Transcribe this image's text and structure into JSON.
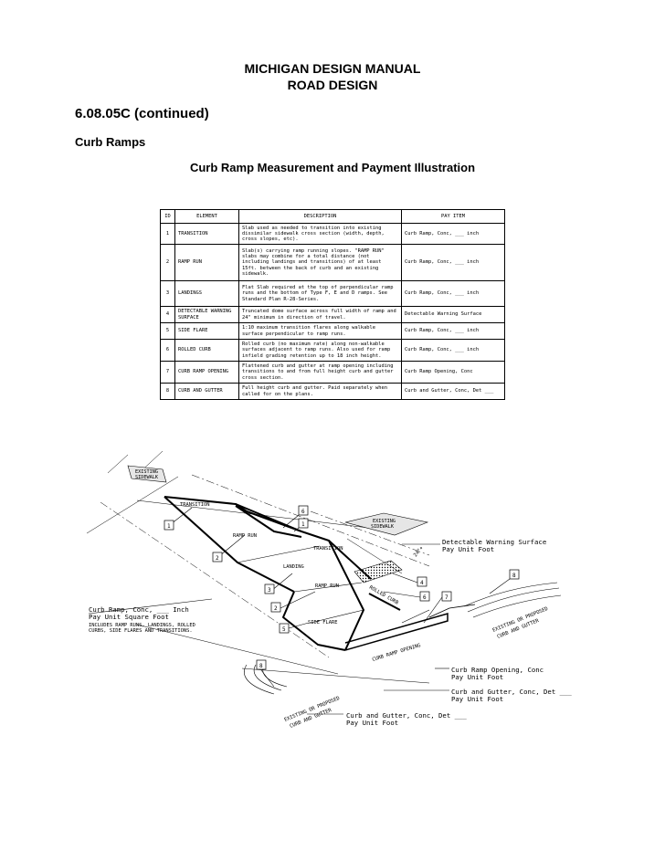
{
  "header": {
    "line1": "MICHIGAN DESIGN MANUAL",
    "line2": "ROAD DESIGN"
  },
  "section": "6.08.05C (continued)",
  "subsection": "Curb Ramps",
  "figure_title": "Curb Ramp Measurement and Payment Illustration",
  "table": {
    "headers": [
      "ID",
      "ELEMENT",
      "DESCRIPTION",
      "PAY ITEM"
    ],
    "rows": [
      {
        "id": "1",
        "element": "TRANSITION",
        "description": "Slab used as needed to transition into existing dissimilar sidewalk cross section (width, depth, cross slopes, etc).",
        "pay": "Curb Ramp, Conc, ___ inch"
      },
      {
        "id": "2",
        "element": "RAMP RUN",
        "description": "Slab(s) carrying ramp running slopes. \"RAMP RUN\" slabs may combine for a total distance (not including landings and transitions) of at least 15ft. between the back of curb and an existing sidewalk.",
        "pay": "Curb Ramp, Conc, ___ inch"
      },
      {
        "id": "3",
        "element": "LANDINGS",
        "description": "Flat Slab required at the top of perpendicular ramp runs and the bottom of Type F, E and D ramps. See Standard Plan R-28-Series.",
        "pay": "Curb Ramp, Conc, ___ inch"
      },
      {
        "id": "4",
        "element": "DETECTABLE WARNING SURFACE",
        "description": "Truncated dome surface across full width of ramp and 24\" minimum in direction of travel.",
        "pay": "Detectable Warning Surface"
      },
      {
        "id": "5",
        "element": "SIDE FLARE",
        "description": "1:10 maximum transition flares along walkable surface perpendicular to ramp runs.",
        "pay": "Curb Ramp, Conc, ___ inch"
      },
      {
        "id": "6",
        "element": "ROLLED CURB",
        "description": "Rolled curb (no maximum rate) along non-walkable surfaces adjacent to ramp runs. Also used for ramp infield grading retention up to 18 inch height.",
        "pay": "Curb Ramp, Conc, ___ inch"
      },
      {
        "id": "7",
        "element": "CURB RAMP OPENING",
        "description": "Flattened curb and gutter at ramp opening including transitions to and from full height curb and gutter cross section.",
        "pay": "Curb Ramp Opening, Conc"
      },
      {
        "id": "8",
        "element": "CURB AND GUTTER",
        "description": "Full height curb and gutter. Paid separately when called for on the plans.",
        "pay": "Curb and Gutter, Conc, Det ___"
      }
    ]
  },
  "diagram": {
    "labels": {
      "existing_sidewalk_left": [
        "EXISTING",
        "SIDEWALK"
      ],
      "existing_sidewalk_right": [
        "EXISTING",
        "SIDEWALK"
      ],
      "transition_upper": "TRANSITION",
      "transition_mid": "TRANSITION",
      "ramp_run_upper": "RAMP RUN",
      "ramp_run_lower": "RAMP RUN",
      "landing": "LANDING",
      "side_flare": "SIDE FLARE",
      "rolled_curb": "ROLLED CURB",
      "curb_ramp_opening": "CURB RAMP OPENING",
      "dim_24": "24\"+",
      "existing_curb_right": [
        "EXISTING OR PROPOSED",
        "CURB AND GUTTER"
      ],
      "existing_curb_left": [
        "EXISTING OR PROPOSED",
        "CURB AND GUTTER"
      ]
    },
    "callouts": [
      "1",
      "2",
      "3",
      "4",
      "5",
      "6",
      "7",
      "8"
    ],
    "notes": {
      "dws_title": "Detectable Warning Surface",
      "dws_unit": "Pay Unit Foot",
      "cr_title": "Curb Ramp, Conc, ___ Inch",
      "cr_unit": "Pay Unit Square Foot",
      "cr_incl1": "INCLUDES RAMP RUNS, LANDINGS, ROLLED",
      "cr_incl2": "CURBS, SIDE FLARES AND TRANSITIONS.",
      "cro_title": "Curb Ramp Opening, Conc",
      "cro_unit": "Pay Unit Foot",
      "cg1_title": "Curb and Gutter, Conc, Det ___",
      "cg1_unit": "Pay Unit Foot",
      "cg2_title": "Curb and Gutter, Conc, Det ___",
      "cg2_unit": "Pay Unit Foot"
    }
  }
}
